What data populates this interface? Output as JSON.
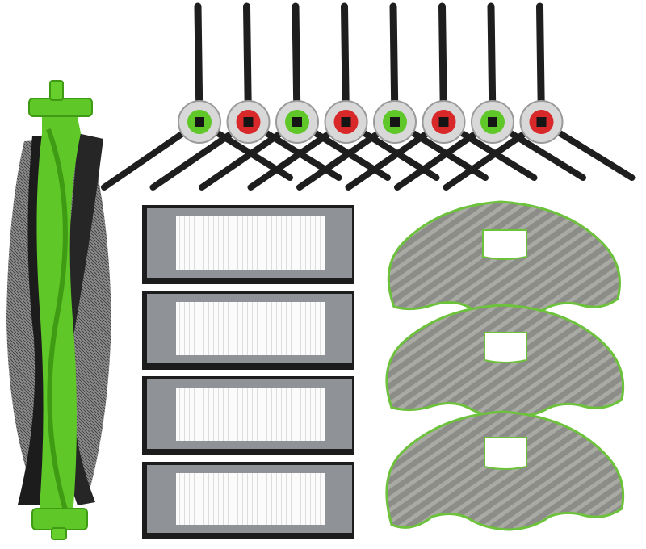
{
  "product": {
    "colors": {
      "brand_green": "#5fc728",
      "green_dark": "#3f9a14",
      "red_hub": "#d8282a",
      "bristle_black": "#1e1e1e",
      "filter_gray": "#8f9297",
      "filter_pleats": "#ffffff",
      "mop_gray": "#8e8f8a",
      "mop_edge": "#6cc23a"
    },
    "roller_brush": {
      "count": 1,
      "icon": "roller-brush-icon"
    },
    "side_brushes": {
      "count": 8,
      "hub_colors": [
        "green",
        "red",
        "green",
        "red",
        "green",
        "red",
        "green",
        "red"
      ],
      "icon": "side-brush-icon"
    },
    "hepa_filters": {
      "count": 4,
      "icon": "hepa-filter-icon"
    },
    "mop_pads": {
      "count": 3,
      "icon": "mop-pad-icon"
    }
  }
}
